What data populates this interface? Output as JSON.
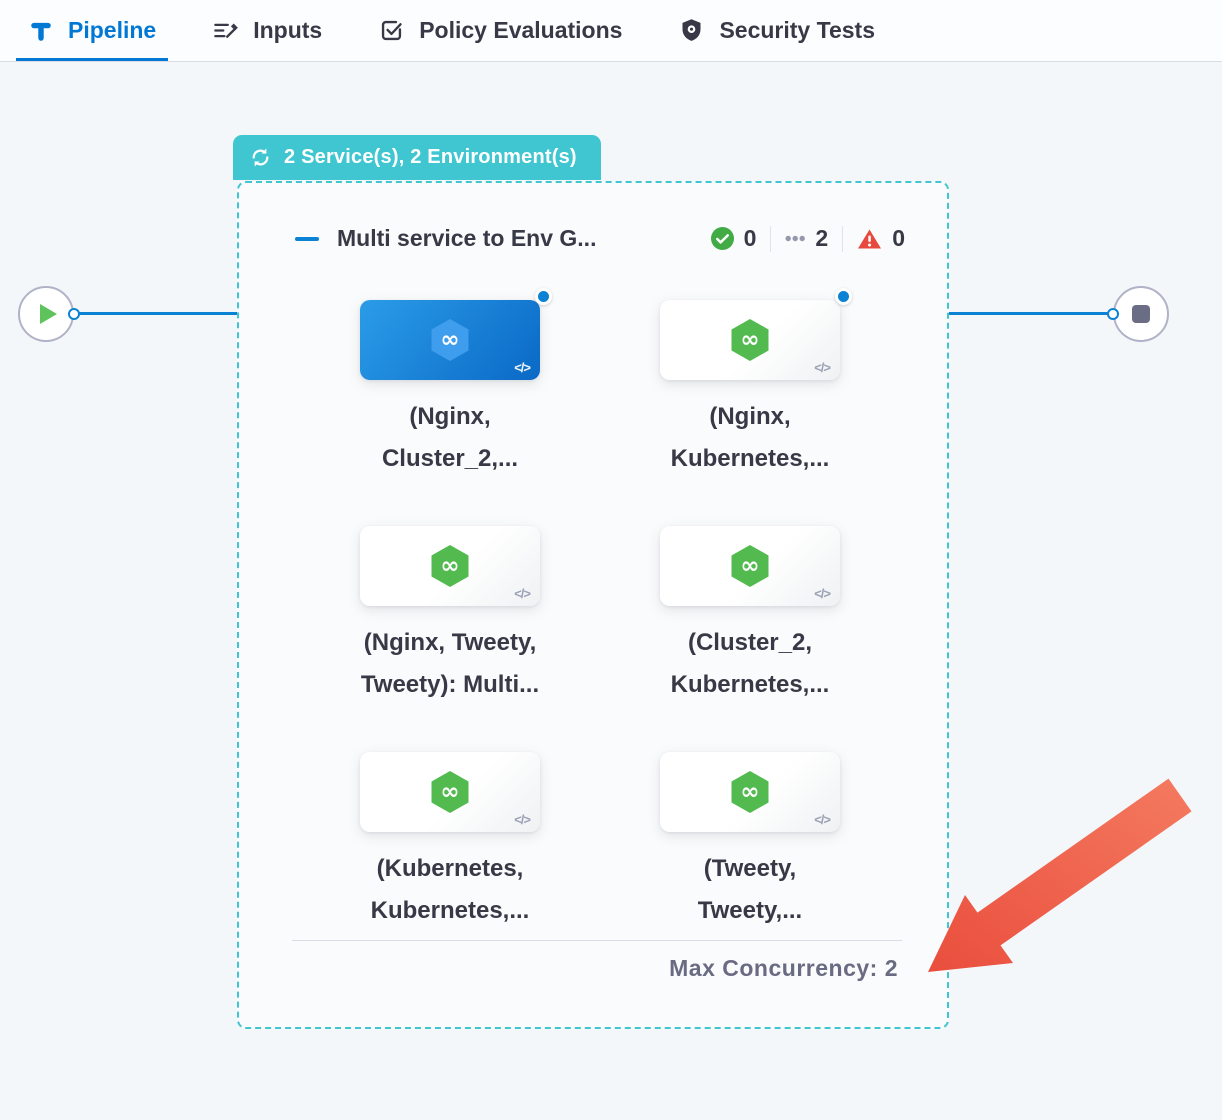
{
  "colors": {
    "accent": "#0278d5",
    "teal": "#3fc6d1",
    "green": "#42ab45",
    "hexgreen": "#53ba50",
    "red": "#e8493f",
    "arrowred": "#ef5e4c",
    "textdark": "#383946",
    "textmuted": "#696b83",
    "line": "#0b82d4"
  },
  "icons": {
    "infinity": "∞",
    "code": "</>"
  },
  "tabs": [
    {
      "label": "Pipeline",
      "active": true
    },
    {
      "label": "Inputs",
      "active": false
    },
    {
      "label": "Policy Evaluations",
      "active": false
    },
    {
      "label": "Security Tests",
      "active": false
    }
  ],
  "canvas": {
    "badge_label": "2 Service(s), 2 Environment(s)",
    "group": {
      "title": "Multi service to Env G...",
      "status": {
        "success_count": "0",
        "pending_count": "2",
        "failed_count": "0"
      },
      "stages": [
        {
          "name_line1": "(Nginx,",
          "name_line2": "Cluster_2,...",
          "selected": true
        },
        {
          "name_line1": "(Nginx,",
          "name_line2": "Kubernetes,...",
          "selected": false
        },
        {
          "name_line1": "(Nginx, Tweety,",
          "name_line2": "Tweety): Multi...",
          "selected": false
        },
        {
          "name_line1": "(Cluster_2,",
          "name_line2": "Kubernetes,...",
          "selected": false
        },
        {
          "name_line1": "(Kubernetes,",
          "name_line2": "Kubernetes,...",
          "selected": false
        },
        {
          "name_line1": "(Tweety,",
          "name_line2": "Tweety,...",
          "selected": false
        }
      ],
      "max_concurrency": "Max Concurrency: 2"
    }
  }
}
